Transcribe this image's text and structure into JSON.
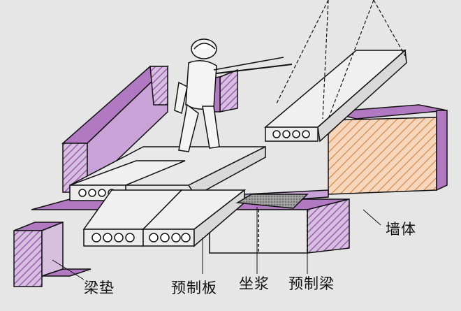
{
  "labels": {
    "wall": "墙体",
    "beam_pad": "梁垫",
    "precast_slab": "预制板",
    "mortar_bed": "坐浆",
    "precast_beam": "预制梁"
  },
  "colors": {
    "background": "#e6e6e6",
    "wall_purple": "#b079c2",
    "wall_light": "#d7bfe0",
    "wall_hatch_fill": "#f6d6bc",
    "wall_hatch_line": "#d98a4a",
    "slab": "#e9e9e9",
    "mortar": "#8a8a8a",
    "outline": "#111111"
  }
}
